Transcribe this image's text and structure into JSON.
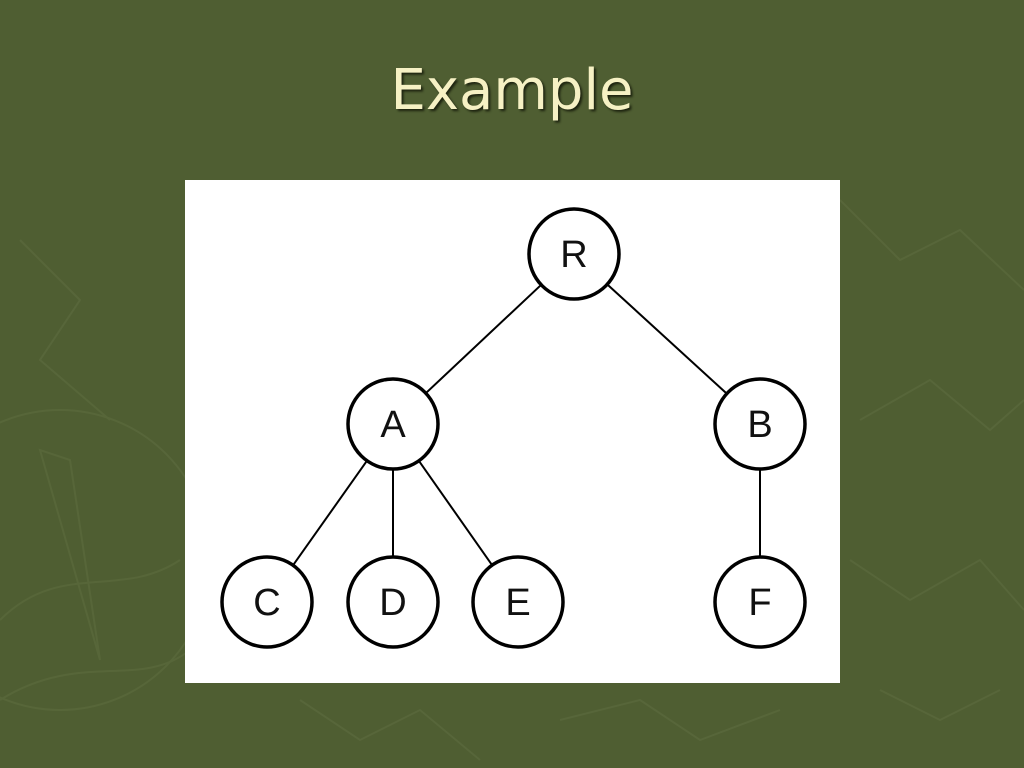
{
  "slide": {
    "title": "Example"
  },
  "diagram": {
    "type": "tree",
    "nodes": [
      {
        "id": "R",
        "label": "R"
      },
      {
        "id": "A",
        "label": "A"
      },
      {
        "id": "B",
        "label": "B"
      },
      {
        "id": "C",
        "label": "C"
      },
      {
        "id": "D",
        "label": "D"
      },
      {
        "id": "E",
        "label": "E"
      },
      {
        "id": "F",
        "label": "F"
      }
    ],
    "edges": [
      {
        "from": "R",
        "to": "A"
      },
      {
        "from": "R",
        "to": "B"
      },
      {
        "from": "A",
        "to": "C"
      },
      {
        "from": "A",
        "to": "D"
      },
      {
        "from": "A",
        "to": "E"
      },
      {
        "from": "B",
        "to": "F"
      }
    ]
  },
  "colors": {
    "background": "#4f5e32",
    "title": "#f6f1c4",
    "panel": "#ffffff",
    "stroke": "#000000"
  }
}
